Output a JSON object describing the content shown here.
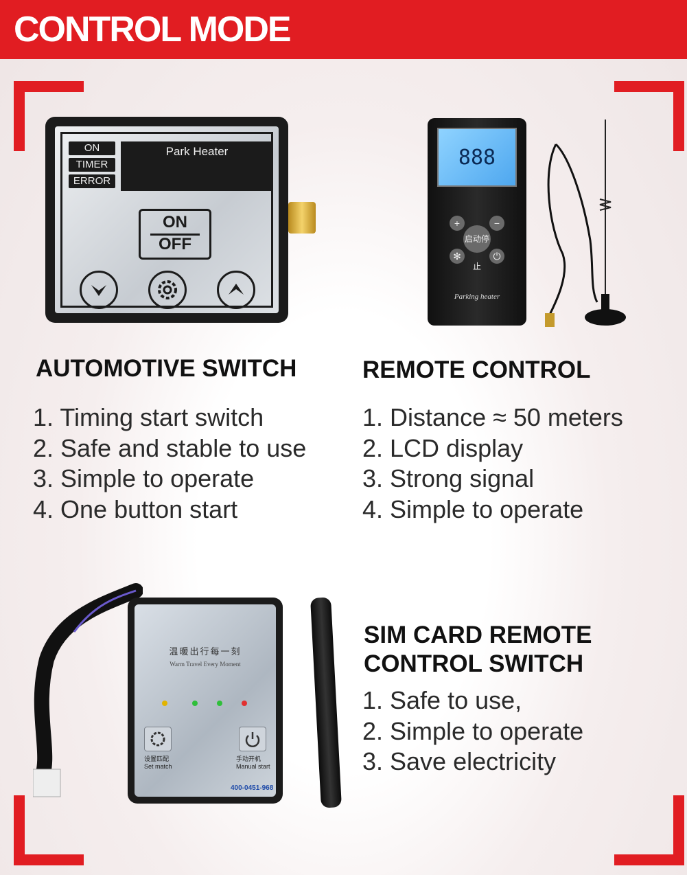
{
  "header": {
    "title": "CONTROL MODE"
  },
  "colors": {
    "accent": "#e11d22",
    "text": "#2a2a2a"
  },
  "automotive_switch": {
    "heading": "AUTOMOTIVE SWITCH",
    "items": [
      "1. Timing start switch",
      "2. Safe and stable to use",
      "3. Simple to operate",
      "4. One button start"
    ],
    "device": {
      "indicators": [
        "ON",
        "TIMER",
        "ERROR"
      ],
      "screen_label": "Park Heater",
      "onoff_top": "ON",
      "onoff_bottom": "OFF"
    }
  },
  "remote_control": {
    "heading": "REMOTE CONTROL",
    "items": [
      "1. Distance ≈ 50 meters",
      "2. LCD display",
      "3. Strong signal",
      "4. Simple to operate"
    ],
    "device": {
      "lcd_value": "888",
      "center_button": "启动停止",
      "brand": "Parking heater"
    }
  },
  "sim_switch": {
    "heading_line1": "SIM CARD REMOTE",
    "heading_line2": "CONTROL SWITCH",
    "items": [
      "1. Safe to use,",
      "2. Simple to operate",
      "3. Save electricity"
    ],
    "device": {
      "slogan_cn": "温暖出行每一刻",
      "slogan_en": "Warm Travel Every Moment",
      "left_button_cn": "设置匹配",
      "left_button_en": "Set match",
      "right_button_cn": "手动开机",
      "right_button_en": "Manual start",
      "phone": "400-0451-968"
    }
  }
}
